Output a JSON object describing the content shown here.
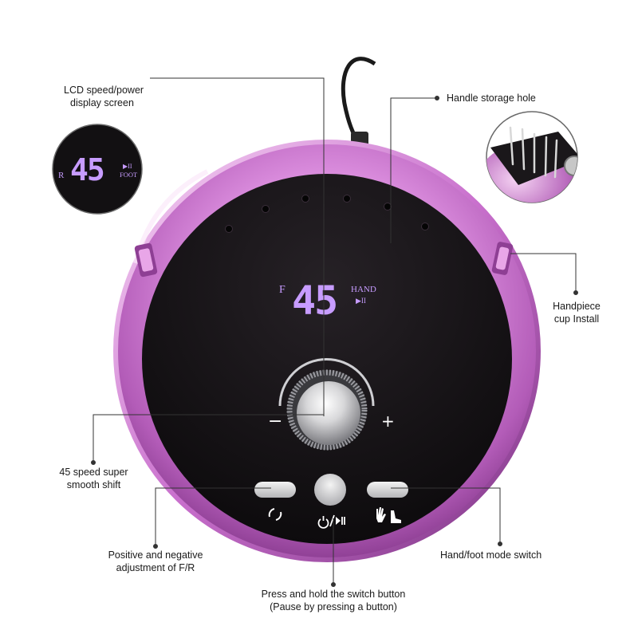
{
  "callouts": {
    "lcd": {
      "line1": "LCD speed/power",
      "line2": "display screen"
    },
    "storage": {
      "line1": "Handle storage hole"
    },
    "cup": {
      "line1": "Handpiece",
      "line2": "cup Install"
    },
    "speed": {
      "line1": "45 speed super",
      "line2": "smooth shift"
    },
    "fr": {
      "line1": "Positive and negative",
      "line2": "adjustment of F/R"
    },
    "mode": {
      "line1": "Hand/foot mode switch"
    },
    "power": {
      "line1": "Press and hold the switch button",
      "line2": "(Pause by pressing a button)"
    }
  },
  "main_display": {
    "speed_value": "45",
    "left_label": "F",
    "right_label": "HAND",
    "play_pause": "▶II"
  },
  "inset_display": {
    "speed_value": "45",
    "left_label": "R",
    "right_label": "FOOT",
    "play_pause": "▶II"
  },
  "knob": {
    "minus": "−",
    "plus": "+"
  },
  "buttons": {
    "fr_icon": "reverse-arrows-icon",
    "power_icon": "power-play-pause-icon",
    "mode_icon": "hand-foot-icon"
  },
  "colors": {
    "body_pink": "#d48ad6",
    "body_dark_pink": "#a04ea6",
    "face_black": "#161316",
    "lcd_purple": "#c79cff",
    "line": "#333333"
  }
}
